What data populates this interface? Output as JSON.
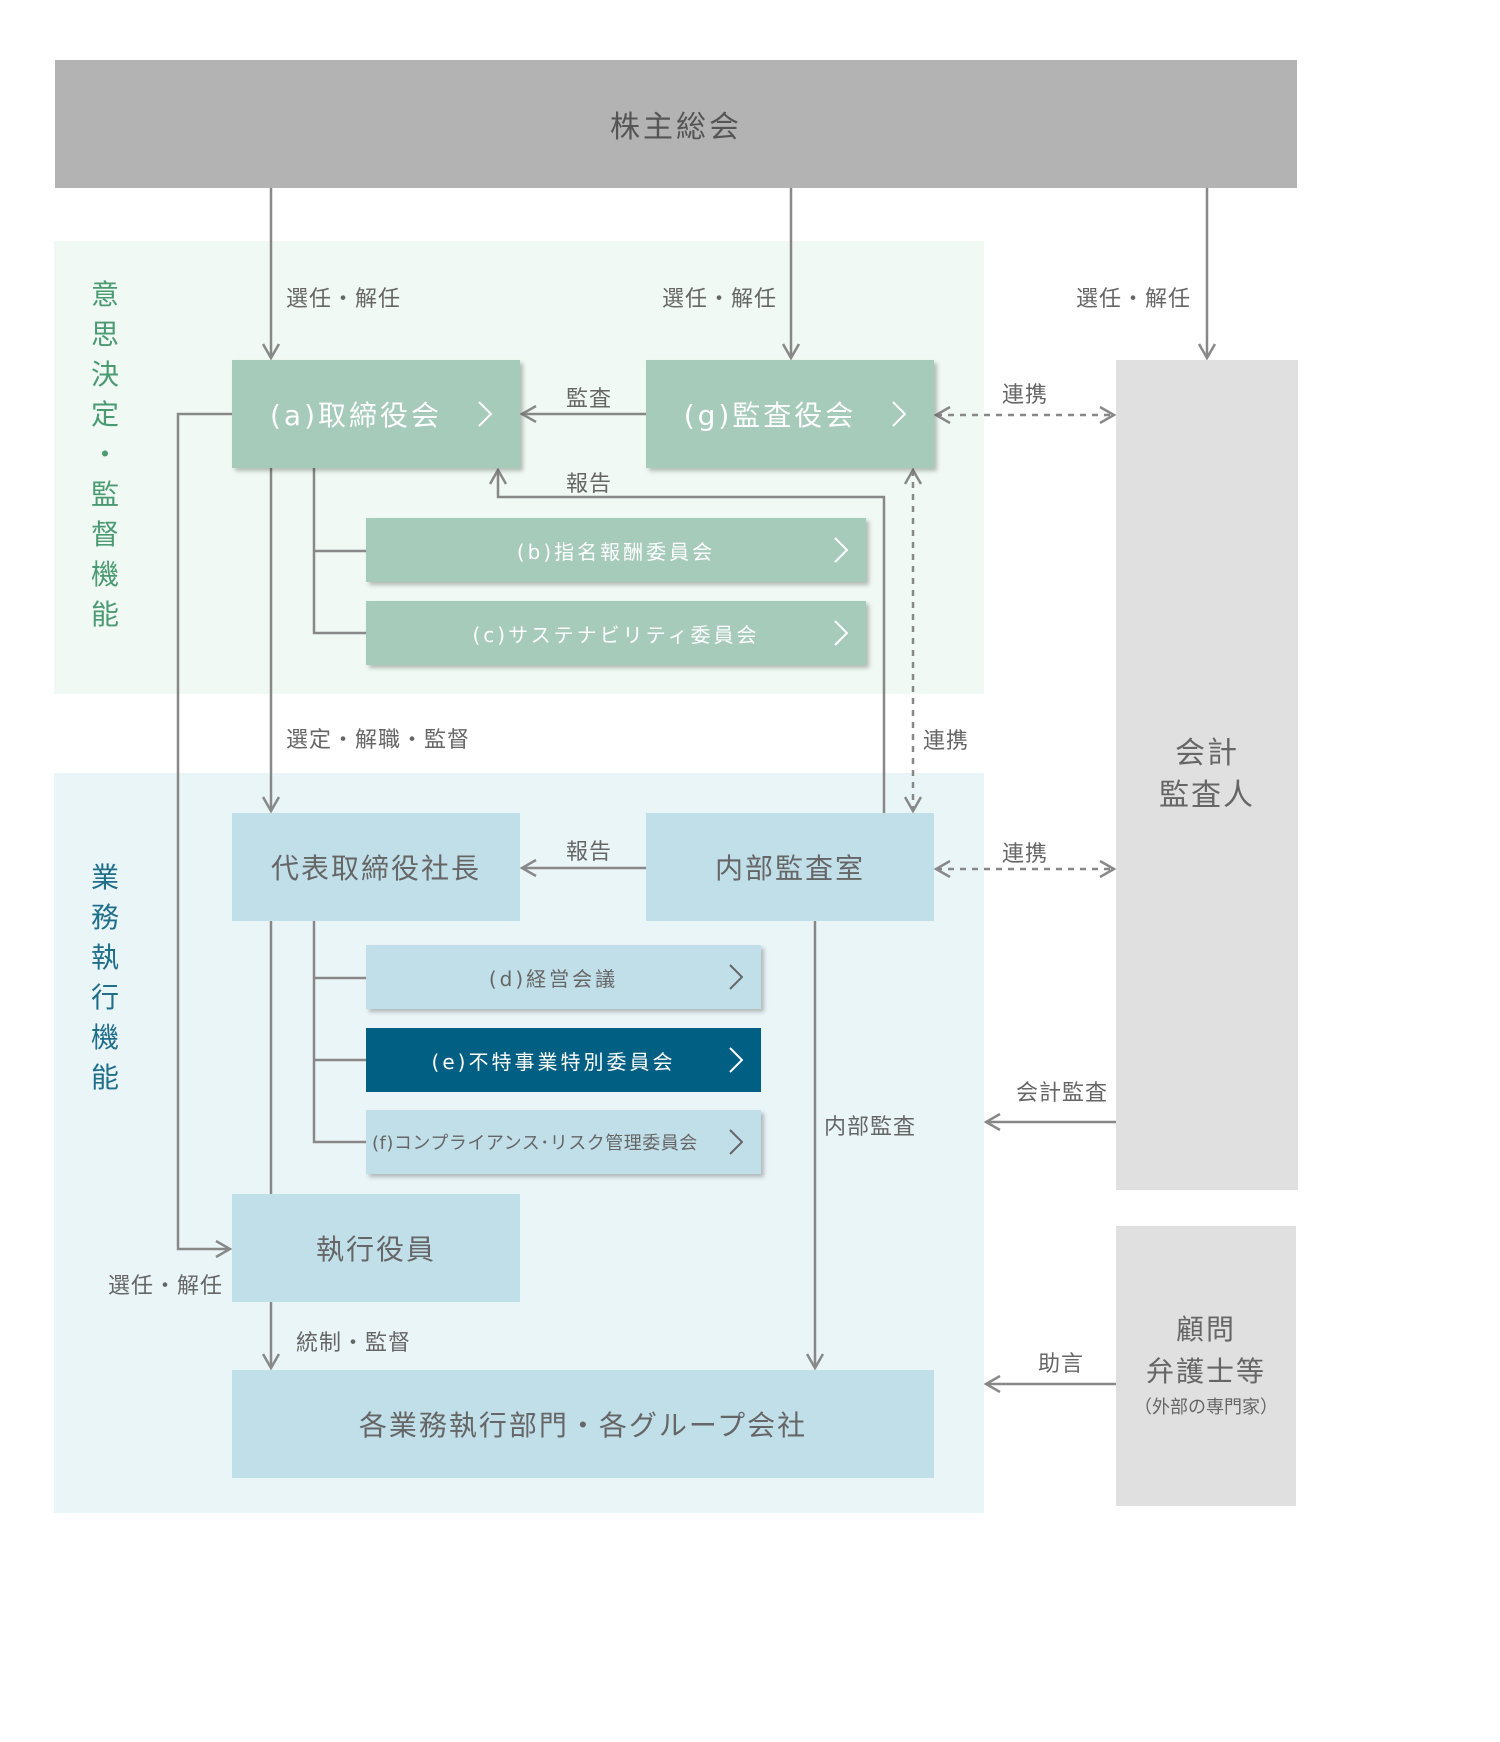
{
  "top": {
    "title": "株主総会"
  },
  "zones": {
    "decision": {
      "label_chars": [
        "意",
        "思",
        "決",
        "定",
        "・",
        "監",
        "督",
        "機",
        "能"
      ],
      "color": "#4a9a72"
    },
    "execution": {
      "label_chars": [
        "業",
        "務",
        "執",
        "行",
        "機",
        "能"
      ],
      "color": "#1f6f8b"
    }
  },
  "boxes": {
    "board": "(a)取締役会",
    "audit_board": "(g)監査役会",
    "nomination": "(b)指名報酬委員会",
    "sustainability": "(c)サステナビリティ委員会",
    "president": "代表取締役社長",
    "internal_audit_office": "内部監査室",
    "management_meeting": "(d)経営会議",
    "special_committee": "(e)不特事業特別委員会",
    "compliance": "(f)コンプライアンス･リスク管理委員会",
    "officers": "執行役員",
    "divisions": "各業務執行部門・各グループ会社",
    "accountant_line1": "会計",
    "accountant_line2": "監査人",
    "advisor_line1": "顧問",
    "advisor_line2": "弁護士等",
    "advisor_line3": "（外部の専門家）"
  },
  "labels": {
    "elect1": "選任・解任",
    "elect2": "選任・解任",
    "elect3": "選任・解任",
    "audit": "監査",
    "report1": "報告",
    "cooperate1": "連携",
    "cooperate2": "連携",
    "cooperate3": "連携",
    "appoint": "選定・解職・監督",
    "report2": "報告",
    "internal_audit": "内部監査",
    "accounting_audit": "会計監査",
    "elect_officers": "選任・解任",
    "control": "統制・監督",
    "advice": "助言"
  },
  "colors": {
    "green_box": "#a6cbbb",
    "blue_box": "#c1dfe9",
    "highlight_box": "#005f82",
    "line": "#888888"
  }
}
